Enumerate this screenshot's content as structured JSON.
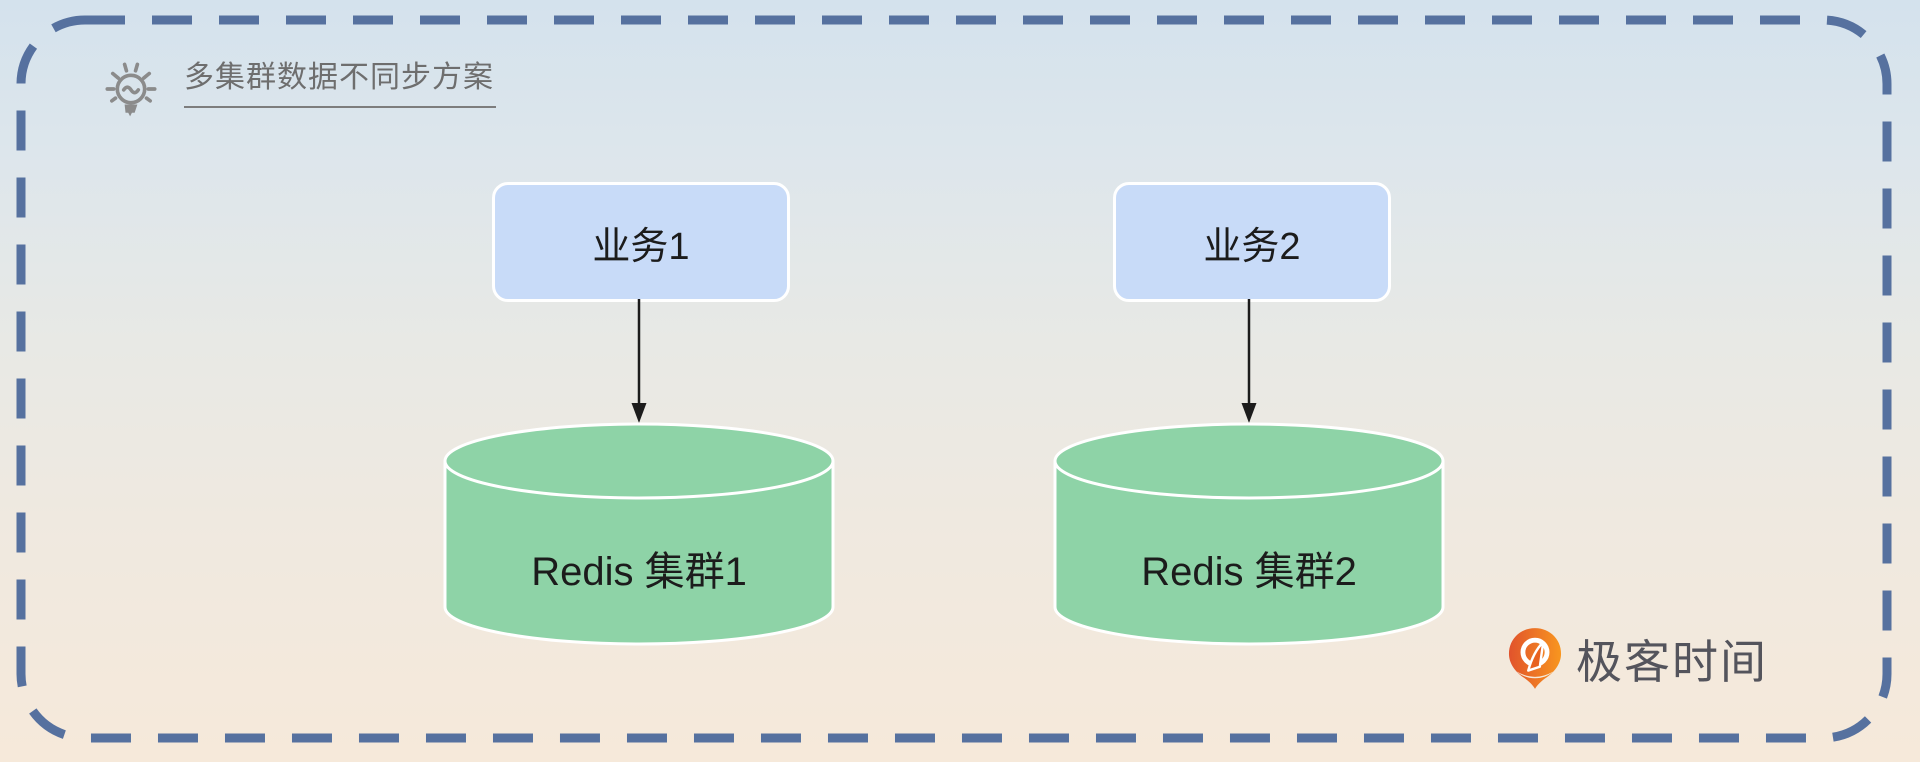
{
  "title": {
    "text": "多集群数据不同步方案",
    "icon": "lightbulb"
  },
  "diagram": {
    "nodes": [
      {
        "id": "biz1",
        "type": "box",
        "label": "业务1"
      },
      {
        "id": "biz2",
        "type": "box",
        "label": "业务2"
      },
      {
        "id": "redis1",
        "type": "cylinder",
        "label": "Redis 集群1"
      },
      {
        "id": "redis2",
        "type": "cylinder",
        "label": "Redis 集群2"
      }
    ],
    "edges": [
      {
        "from": "业务1",
        "to": "Redis 集群1",
        "direction": "down"
      },
      {
        "from": "业务2",
        "to": "Redis 集群2",
        "direction": "down"
      }
    ]
  },
  "branding": {
    "logo_text": "极客时间",
    "logo_icon": "geektime-logo"
  },
  "colors": {
    "dashed_border": "#56719f",
    "bg_top": "#d4e2ed",
    "bg_bottom": "#f6e9da",
    "box_fill": "#c8dbf8",
    "box_border": "#ffffff",
    "cylinder_fill": "#8ed3a7",
    "cylinder_stroke": "#ffffff",
    "title_text": "#6e6e6e",
    "node_text": "#1c1c1c",
    "arrow": "#1c1c1c",
    "logo_text": "#54545c",
    "logo_orange_left": "#e1532c",
    "logo_orange_right": "#f8961f"
  }
}
